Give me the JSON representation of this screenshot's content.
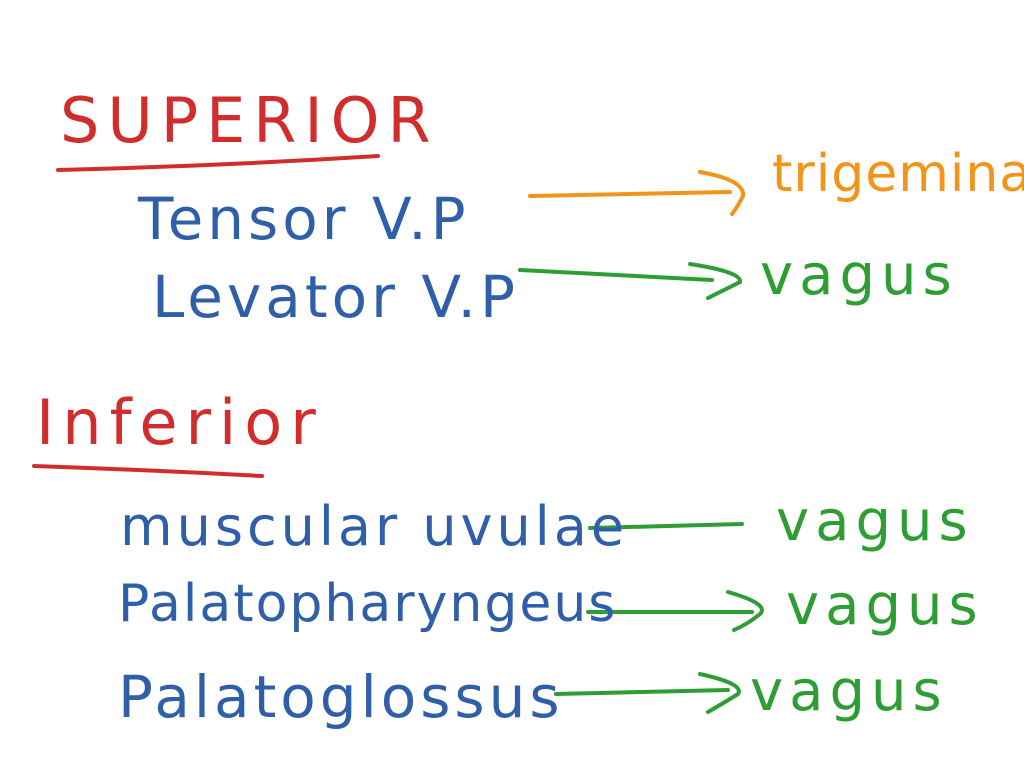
{
  "colors": {
    "heading": "#d12d2d",
    "muscle": "#2f5fa8",
    "nerve_vagus": "#2e9e34",
    "nerve_trigeminal": "#f39318"
  },
  "sections": [
    {
      "heading": "SUPERIOR",
      "rows": [
        {
          "muscle": "Tensor V.P",
          "nerve": "trigeminal",
          "nerve_color": "nerve_trigeminal",
          "arrowhead": true
        },
        {
          "muscle": "Levator V.P",
          "nerve": "vagus",
          "nerve_color": "nerve_vagus",
          "arrowhead": true
        }
      ]
    },
    {
      "heading": "Inferior",
      "rows": [
        {
          "muscle": "muscular uvulae",
          "nerve": "vagus",
          "nerve_color": "nerve_vagus",
          "arrowhead": false
        },
        {
          "muscle": "Palatopharyngeus",
          "nerve": "vagus",
          "nerve_color": "nerve_vagus",
          "arrowhead": true
        },
        {
          "muscle": "Palatoglossus",
          "nerve": "vagus",
          "nerve_color": "nerve_vagus",
          "arrowhead": true
        }
      ]
    }
  ]
}
